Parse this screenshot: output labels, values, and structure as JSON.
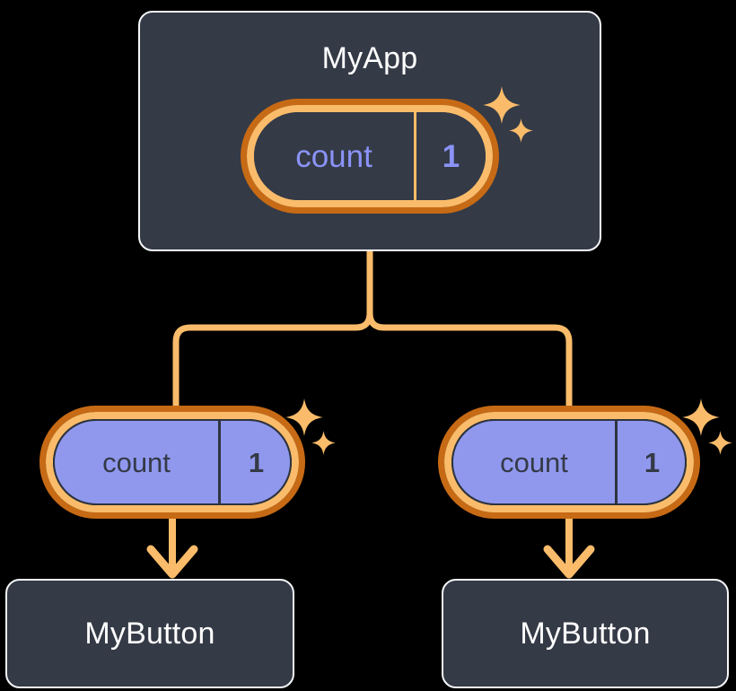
{
  "diagram": {
    "title": "React state tree: MyApp with two MyButton children",
    "background_color": "#000000",
    "accent_color": "#FABC6A",
    "accent_dark_color": "#C76A15",
    "state_fill_color": "#9098EE",
    "box_fill_color": "#343A46",
    "box_border_color": "#F6F7F9",
    "state_text_color": "#8B93F8"
  },
  "nodes": {
    "parent": {
      "label": "MyApp",
      "state": {
        "key": "count",
        "value": "1",
        "filled": false,
        "sparkle_icon": "sparkles-icon"
      }
    },
    "children": [
      {
        "label": "MyButton",
        "state": {
          "key": "count",
          "value": "1",
          "filled": true,
          "sparkle_icon": "sparkles-icon"
        }
      },
      {
        "label": "MyButton",
        "state": {
          "key": "count",
          "value": "1",
          "filled": true,
          "sparkle_icon": "sparkles-icon"
        }
      }
    ]
  },
  "connectors": {
    "parent_to_children_icon": "tree-fork-connector",
    "state_to_child_icon": "down-arrow-icon",
    "color": "#FABC6A"
  }
}
